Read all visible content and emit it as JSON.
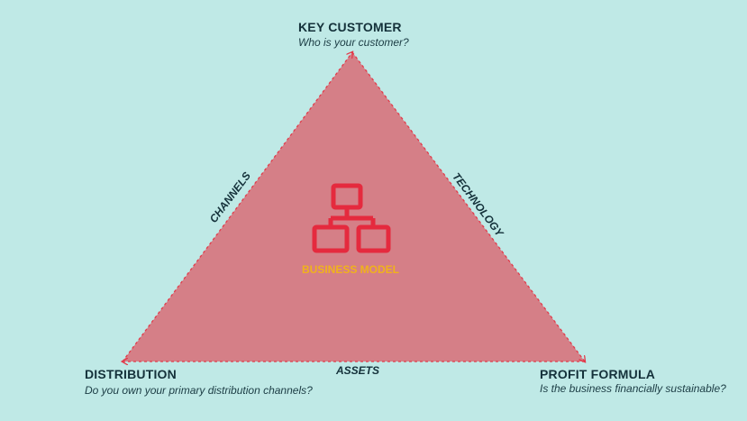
{
  "nodes": {
    "top": {
      "title": "KEY CUSTOMER",
      "subtitle": "Who is your customer?"
    },
    "left": {
      "title": "DISTRIBUTION",
      "subtitle": "Do you own your primary distribution channels?"
    },
    "right": {
      "title": "PROFIT FORMULA",
      "subtitle": "Is the business financially sustainable?"
    }
  },
  "edges": {
    "left": "CHANNELS",
    "right": "TECHNOLOGY",
    "bottom": "ASSETS"
  },
  "center": {
    "label": "BUSINESS MODEL",
    "icon": "hierarchy-icon"
  },
  "colors": {
    "background": "#bfe9e6",
    "triangle_fill": "#d57f87",
    "edge": "#e23a4a",
    "icon": "#e52a3e",
    "center_label": "#f0b21c",
    "text": "#14313a"
  }
}
